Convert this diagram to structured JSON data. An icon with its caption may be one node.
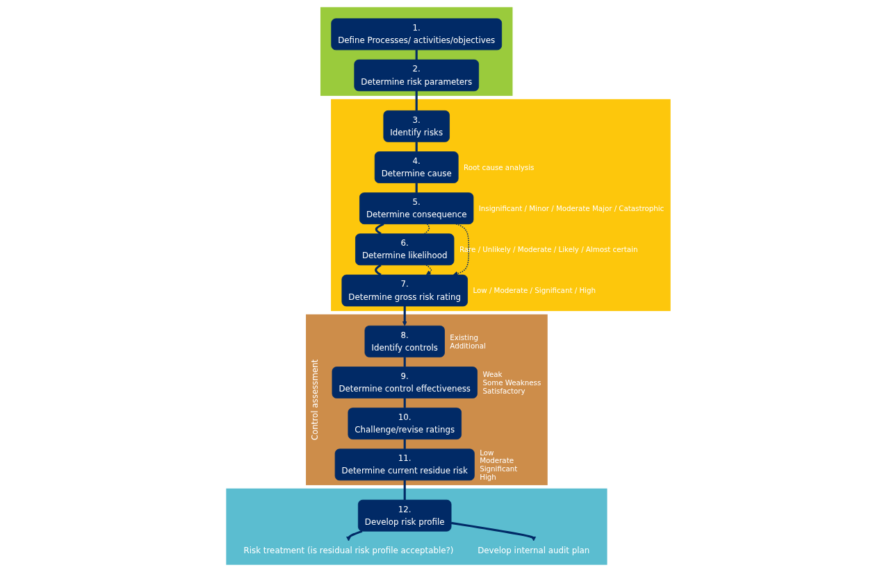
{
  "diagram": {
    "nodes": [
      {
        "text": [],
        "shape": "box"
      },
      {
        "text": [
          "1.",
          "Define Processes/ activities/objectives"
        ],
        "in": 0
      },
      {
        "text": [
          "2.",
          "Determine risk parameters"
        ],
        "in": 0
      },
      {
        "text": [],
        "shape": "box"
      },
      {
        "text": [
          "3.",
          "Identify risks"
        ],
        "in": 3
      },
      {
        "text": [
          "4.",
          "Determine cause"
        ],
        "in": 3,
        "beside": [
          "Root cause analysis"
        ]
      },
      {
        "text": [
          "5.",
          "Determine consequence"
        ],
        "in": 3,
        "beside": [
          "Insignificant / Minor / Moderate Major / Catastrophic"
        ]
      },
      {
        "text": [
          "6.",
          "Determine likelihood"
        ],
        "in": 3,
        "beside": [
          "Rare / Unlikely / Moderate / Likely / Almost certain"
        ]
      },
      {
        "text": [
          "7.",
          "Determine gross risk rating"
        ],
        "in": 3,
        "beside": [
          "Low / Moderate / Significant / High"
        ]
      },
      {
        "text": [
          "Control assessment"
        ]
      },
      {
        "text": [
          "8.",
          "Identify controls"
        ],
        "in": 9,
        "beside": [
          "Existing",
          "Additional"
        ]
      },
      {
        "text": [
          "9.",
          "Determine control effectiveness"
        ],
        "in": 9,
        "beside": [
          "Weak",
          "Some Weakness",
          "Satisfactory"
        ]
      },
      {
        "text": [
          "10.",
          "Challenge/revise ratings"
        ],
        "in": 9
      },
      {
        "text": [
          "11.",
          "Determine current residue risk"
        ],
        "in": 9,
        "beside": [
          "Low",
          "Moderate",
          "Significant",
          "High"
        ]
      },
      {
        "text": [],
        "shape": "box"
      },
      {
        "text": [
          "12.",
          "Develop risk profile"
        ],
        "in": 14
      },
      {
        "text": [
          "Risk treatment (is residual risk profile acceptable?)"
        ],
        "in": 14
      },
      {
        "text": [
          "Develop internal audit plan"
        ],
        "in": 14
      }
    ],
    "edges": [
      {
        "from": 1,
        "to": 2,
        "arrow": "none"
      },
      {
        "from": 2,
        "to": 4,
        "arrow": "none"
      },
      {
        "from": 4,
        "to": 5,
        "arrow": "none"
      },
      {
        "from": 5,
        "to": 6,
        "arrow": "none"
      },
      {
        "from": 6,
        "to": 7,
        "arrow": "none"
      },
      {
        "from": 7,
        "to": 8,
        "arrow": "none"
      },
      {
        "from": 6,
        "to": 7,
        "arrow": "none",
        "style": "dashed"
      },
      {
        "from": 6,
        "to": 8,
        "arrow": "to",
        "style": "dashed"
      },
      {
        "from": 7,
        "to": 8,
        "arrow": "to",
        "style": "dashed"
      },
      {
        "from": 8,
        "to": 10,
        "arrow": "to"
      },
      {
        "from": 10,
        "to": 11,
        "arrow": "none"
      },
      {
        "from": 11,
        "to": 12,
        "arrow": "none"
      },
      {
        "from": 12,
        "to": 13,
        "arrow": "none"
      },
      {
        "from": 13,
        "to": 15,
        "arrow": "none"
      },
      {
        "from": 15,
        "to": 16,
        "arrow": "to"
      },
      {
        "from": 15,
        "to": 17,
        "arrow": "to"
      }
    ]
  }
}
